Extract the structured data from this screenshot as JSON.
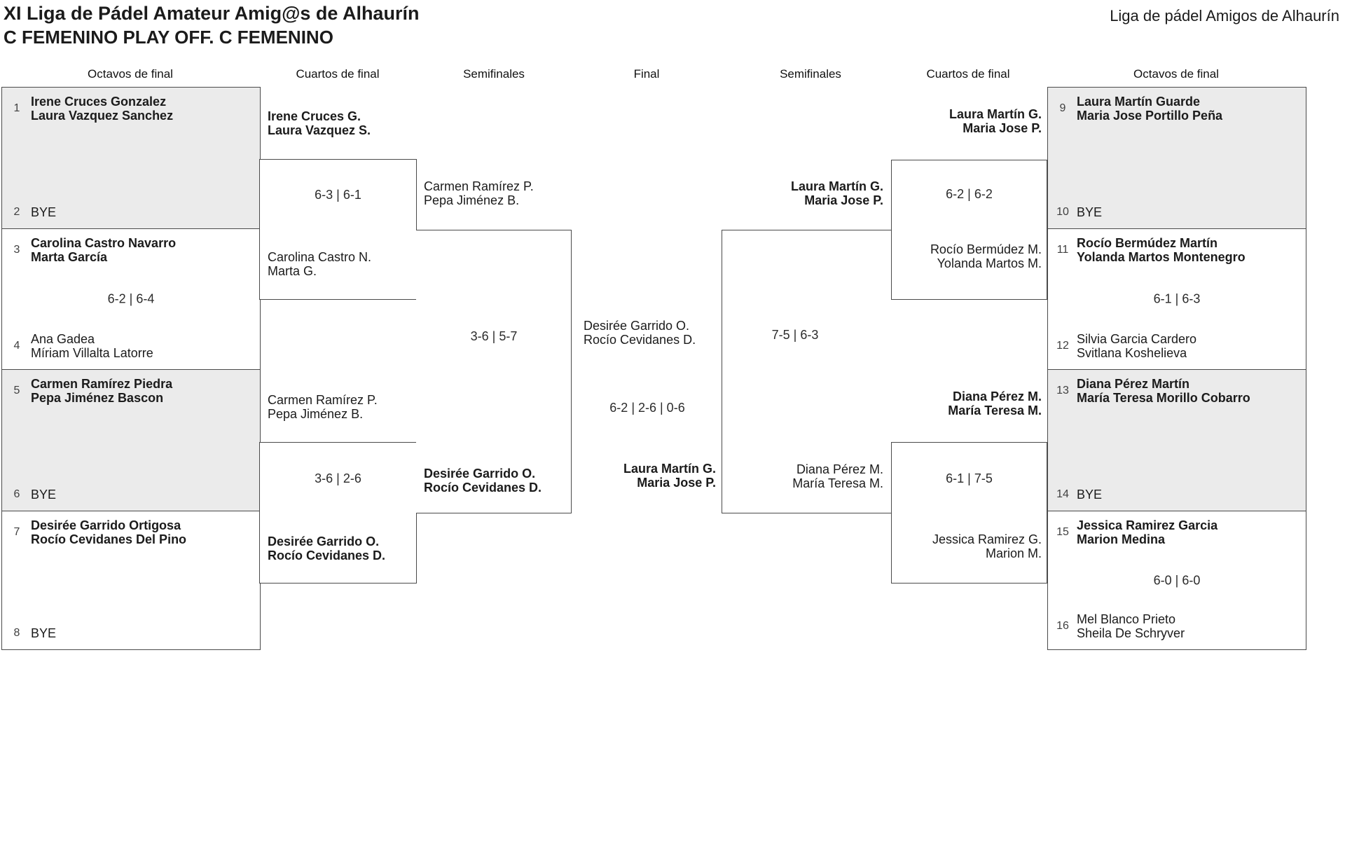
{
  "title": {
    "line1": "XI Liga de Pádel Amateur Amig@s de Alhaurín",
    "line2": "C FEMENINO PLAY OFF. C FEMENINO"
  },
  "brand": "Liga de pádel Amigos de Alhaurín",
  "rounds": [
    "Octavos de final",
    "Cuartos de final",
    "Semifinales",
    "Final",
    "Semifinales",
    "Cuartos de final",
    "Octavos de final"
  ],
  "colors": {
    "background": "#ffffff",
    "box_border": "#4a4a4a",
    "bye_box_fill": "#ebebeb",
    "text": "#1b1b1b"
  },
  "bracket": {
    "left_r16": [
      {
        "seed1": "1",
        "team1": "Irene Cruces Gonzalez\nLaura Vazquez Sanchez",
        "team1_bold": true,
        "score": "",
        "seed2": "2",
        "team2": "BYE",
        "team2_bold": false
      },
      {
        "seed1": "3",
        "team1": "Carolina Castro Navarro\nMarta García",
        "team1_bold": true,
        "score": "6-2 | 6-4",
        "seed2": "4",
        "team2": "Ana Gadea\nMíriam Villalta Latorre",
        "team2_bold": false
      },
      {
        "seed1": "5",
        "team1": "Carmen Ramírez Piedra\nPepa Jiménez Bascon",
        "team1_bold": true,
        "score": "",
        "seed2": "6",
        "team2": "BYE",
        "team2_bold": false
      },
      {
        "seed1": "7",
        "team1": "Desirée Garrido Ortigosa\nRocío Cevidanes Del Pino",
        "team1_bold": true,
        "score": "",
        "seed2": "8",
        "team2": "BYE",
        "team2_bold": false
      }
    ],
    "left_qf": [
      {
        "team1": "Irene Cruces G.\nLaura Vazquez S.",
        "team1_bold": true,
        "score": "6-3 | 6-1",
        "team2": "Carolina Castro N.\nMarta G.",
        "team2_bold": false
      },
      {
        "team1": "Carmen Ramírez P.\nPepa Jiménez B.",
        "team1_bold": false,
        "score": "3-6 | 2-6",
        "team2": "Desirée Garrido O.\nRocío Cevidanes D.",
        "team2_bold": true
      }
    ],
    "left_sf": {
      "team1": "Carmen Ramírez P.\nPepa Jiménez B.",
      "team1_bold": false,
      "score": "3-6 | 5-7",
      "team2": "Desirée Garrido O.\nRocío Cevidanes D.",
      "team2_bold": true
    },
    "final": {
      "team1": "Desirée Garrido O.\nRocío Cevidanes D.",
      "team1_bold": false,
      "score": "6-2 | 2-6 | 0-6",
      "team2": "Laura Martín G.\nMaria Jose P.",
      "team2_bold": true
    },
    "right_sf": {
      "team1": "Laura Martín G.\nMaria Jose P.",
      "team1_bold": true,
      "score": "7-5 | 6-3",
      "team2": "Diana Pérez M.\nMaría Teresa M.",
      "team2_bold": false
    },
    "right_qf": [
      {
        "team1": "Laura Martín G.\nMaria Jose P.",
        "team1_bold": true,
        "score": "6-2 | 6-2",
        "team2": "Rocío Bermúdez M.\nYolanda Martos M.",
        "team2_bold": false
      },
      {
        "team1": "Diana Pérez M.\nMaría Teresa M.",
        "team1_bold": true,
        "score": "6-1 | 7-5",
        "team2": "Jessica Ramirez G.\nMarion M.",
        "team2_bold": false
      }
    ],
    "right_r16": [
      {
        "seed1": "9",
        "team1": "Laura Martín Guarde\nMaria Jose Portillo Peña",
        "team1_bold": true,
        "score": "",
        "seed2": "10",
        "team2": "BYE",
        "team2_bold": false
      },
      {
        "seed1": "11",
        "team1": "Rocío Bermúdez Martín\nYolanda Martos Montenegro",
        "team1_bold": true,
        "score": "6-1 | 6-3",
        "seed2": "12",
        "team2": "Silvia Garcia Cardero\nSvitlana Koshelieva",
        "team2_bold": false
      },
      {
        "seed1": "13",
        "team1": "Diana Pérez Martín\nMaría Teresa Morillo Cobarro",
        "team1_bold": true,
        "score": "",
        "seed2": "14",
        "team2": "BYE",
        "team2_bold": false
      },
      {
        "seed1": "15",
        "team1": "Jessica Ramirez Garcia\nMarion Medina",
        "team1_bold": true,
        "score": "6-0 | 6-0",
        "seed2": "16",
        "team2": "Mel Blanco Prieto\nSheila De Schryver",
        "team2_bold": false
      }
    ]
  }
}
